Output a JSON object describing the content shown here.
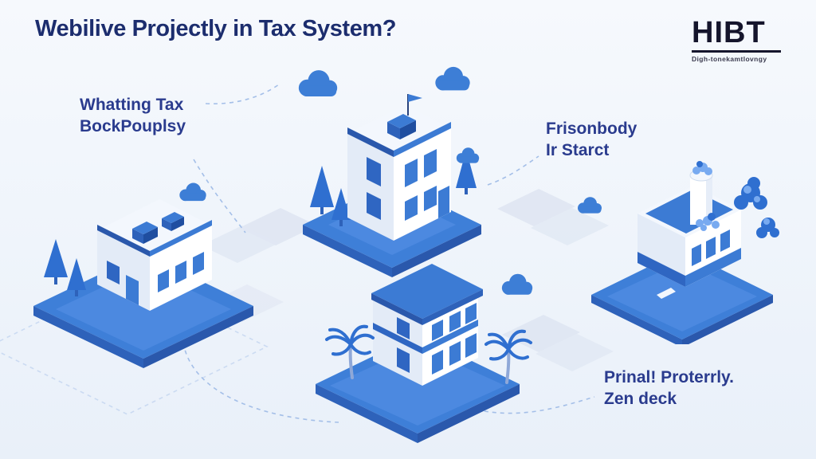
{
  "title": {
    "text": "Webilive Projectly in Tax System?"
  },
  "logo": {
    "name": "HIBT",
    "tagline": "Digh-tonekamtlovngy"
  },
  "labels": [
    {
      "line1": "Whatting Tax",
      "line2": "BockPouplsy"
    },
    {
      "line1": "Frisonbody",
      "line2": "Ir Starct"
    },
    {
      "line1": "Prinal! Proterrly.",
      "line2": "Zen deck"
    }
  ],
  "scene": {
    "icons": [
      "cloud-icon",
      "conifer-tree-icon",
      "palm-tree-icon",
      "flag-icon",
      "office-building-left",
      "tall-building-center-top",
      "flat-roof-building-center-bottom",
      "tower-building-right",
      "road-path",
      "dashed-connector"
    ]
  },
  "colors": {
    "ink": "#1c2d6e",
    "label-ink": "#2a3b8e",
    "logo-ink": "#15152c",
    "logo-sub": "#3c3c50",
    "cloud": "#3d7ed6",
    "platform": "#3e7fd8",
    "platform-light": "#4c89e0",
    "platform-side": "#2e62ba",
    "platform-side2": "#2a58ac",
    "wall": "#ffffff",
    "wall-shade": "#e3ebf7",
    "wall-top": "#f3f7fd",
    "window": "#3c7bd4",
    "window2": "#2f66c2",
    "dark": "#1f4ea0",
    "tree": "#2f6fd0",
    "tree-light": "#78aaf0",
    "road": "#dfe6f2",
    "dash": "#a4bfe8",
    "bg-top": "#f6f9fd",
    "bg-bottom": "#e9f0f9"
  }
}
